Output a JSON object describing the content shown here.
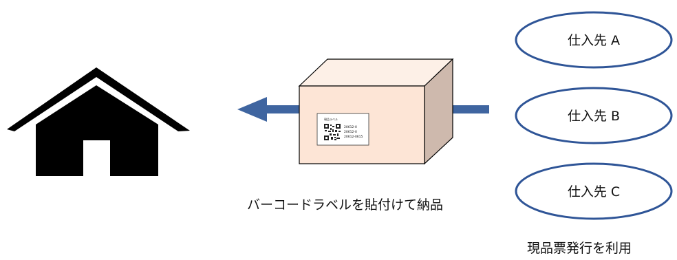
{
  "diagram": {
    "suppliers": [
      {
        "label": "仕入先 A"
      },
      {
        "label": "仕入先 B"
      },
      {
        "label": "仕入先 C"
      }
    ],
    "delivery_caption": "バーコードラベルを貼付けて納品",
    "supplier_caption": "現品票発行を利用",
    "barcode_label": {
      "title": "現品ラベル",
      "lines": [
        "20612-0",
        "20612-0",
        "20612-0615"
      ]
    },
    "colors": {
      "arrow": "#3f65a0",
      "ellipse_stroke": "#2f5597",
      "box_front": "#fde5d6",
      "box_top": "#fdf0e7",
      "box_side": "#ceb9ad",
      "house": "#000000"
    }
  }
}
